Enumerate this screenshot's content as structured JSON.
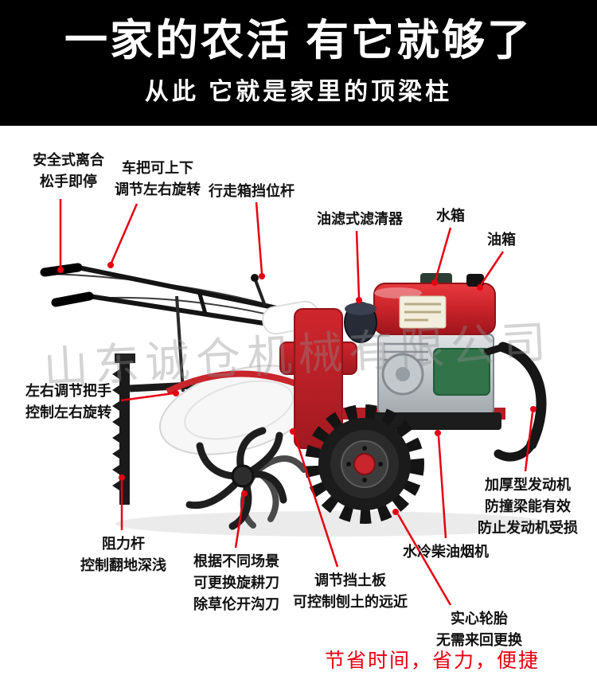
{
  "banner": {
    "title": "一家的农活 有它就够了",
    "subtitle": "从此 它就是家里的顶梁柱"
  },
  "watermark": "山东诚仓机械有限公司",
  "labels": {
    "safety_clutch": {
      "line1": "安全式离合",
      "line2": "松手即停"
    },
    "handlebar_adjust": {
      "line1": "车把可上下",
      "line2": "调节左右旋转"
    },
    "gear_lever": {
      "line1": "行走箱挡位杆"
    },
    "oil_filter": {
      "line1": "油滤式滤清器"
    },
    "water_tank": {
      "line1": "水箱"
    },
    "fuel_tank": {
      "line1": "油箱"
    },
    "handle_rotation": {
      "line1": "左右调节把手",
      "line2": "控制左右旋转"
    },
    "engine_guard": {
      "line1": "加厚型发动机",
      "line2": "防撞梁能有效",
      "line3": "防止发动机受损"
    },
    "resistance_bar": {
      "line1": "阻力杆",
      "line2": "控制翻地深浅"
    },
    "rotary_blades": {
      "line1": "根据不同场景",
      "line2": "可更换旋耕刀",
      "line3": "除草伦开沟刀"
    },
    "soil_board": {
      "line1": "调节挡土板",
      "line2": "可控制刨土的远近"
    },
    "diesel_engine": {
      "line1": "水冷柴油烟机"
    },
    "solid_tire": {
      "line1": "实心轮胎",
      "line2": "无需来回更换"
    }
  },
  "slogan": "节省时间，省力，便捷",
  "colors": {
    "accent_red": "#e60012",
    "banner_bg": "#000000",
    "machine_red": "#c8252c",
    "engine_green": "#33734a"
  }
}
